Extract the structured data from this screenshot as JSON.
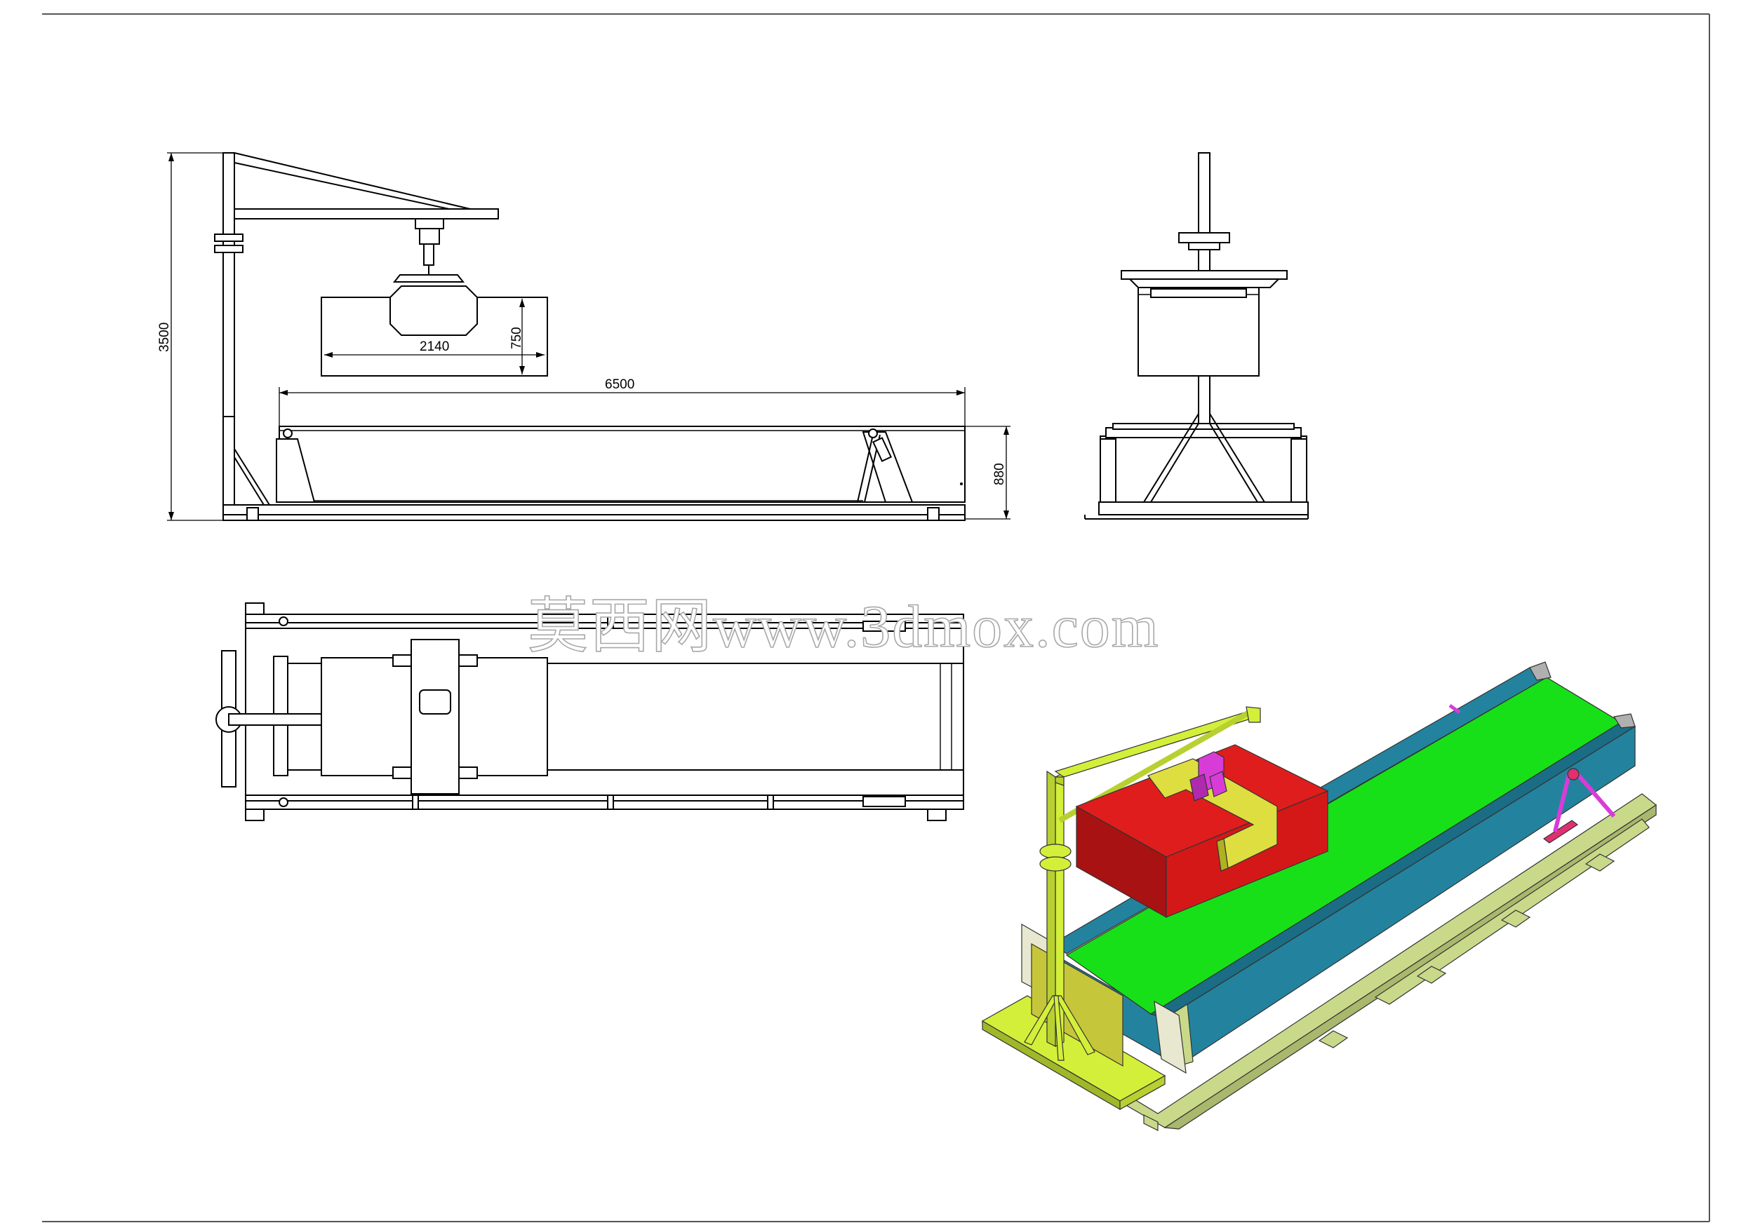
{
  "drawing": {
    "side_view": {
      "dimensions": {
        "height_total": "3500",
        "box_width": "2140",
        "box_height": "750",
        "frame_length": "6500",
        "frame_height": "880"
      }
    },
    "watermark": "莫西网www.3dmox.com",
    "colors": {
      "sheet_border": "#555555",
      "gantry": "#d4ef3a",
      "box": "#e01d1d",
      "belt": "#18e018",
      "side_panel": "#23839e",
      "base_frame": "#c9d98a",
      "cylinder": "#d83cd8",
      "bracket": "#e03070"
    }
  }
}
